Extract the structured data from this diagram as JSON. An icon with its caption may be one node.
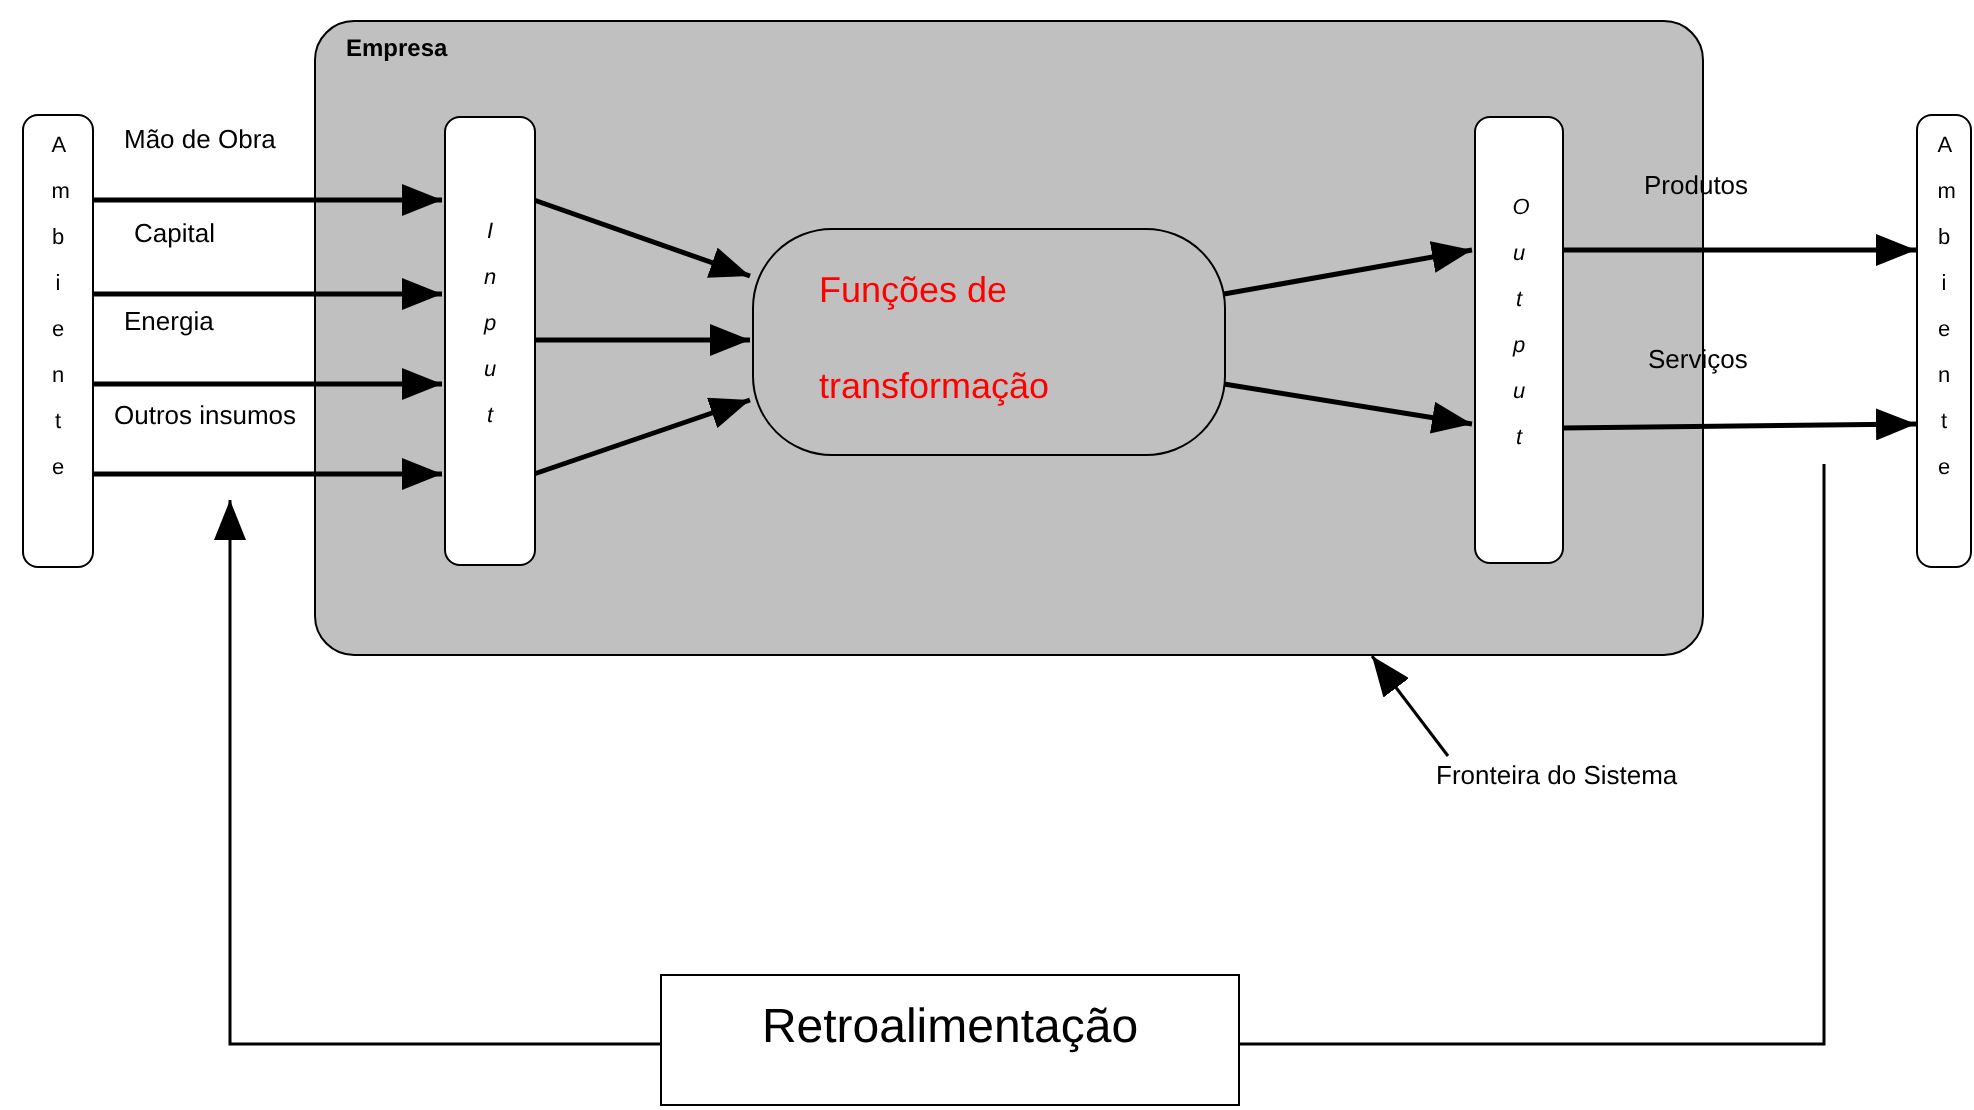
{
  "diagram": {
    "nodes": [
      {
        "text": [
          "Ambiente"
        ]
      },
      {
        "text": [
          "Empresa"
        ]
      },
      {
        "text": [
          "Input"
        ],
        "in": 1
      },
      {
        "text": [
          "Funções de transformação"
        ],
        "in": 1
      },
      {
        "text": [
          "Output"
        ],
        "in": 1
      },
      {
        "text": [
          "Ambiente"
        ]
      },
      {
        "text": [
          "Retroalimentação"
        ]
      },
      {
        "text": [
          "Fronteira do Sistema"
        ]
      }
    ],
    "edges": [
      {
        "from": 0,
        "to": 2,
        "arrow": "to",
        "label": "Mão de Obra"
      },
      {
        "from": 0,
        "to": 2,
        "arrow": "to",
        "label": "Capital"
      },
      {
        "from": 0,
        "to": 2,
        "arrow": "to",
        "label": "Energia"
      },
      {
        "from": 0,
        "to": 2,
        "arrow": "to",
        "label": "Outros insumos"
      },
      {
        "from": 2,
        "to": 3,
        "arrow": "to"
      },
      {
        "from": 2,
        "to": 3,
        "arrow": "to"
      },
      {
        "from": 2,
        "to": 3,
        "arrow": "to"
      },
      {
        "from": 3,
        "to": 4,
        "arrow": "to"
      },
      {
        "from": 3,
        "to": 4,
        "arrow": "to"
      },
      {
        "from": 4,
        "to": 5,
        "arrow": "to",
        "label": "Produtos"
      },
      {
        "from": 4,
        "to": 5,
        "arrow": "to",
        "label": "Serviços"
      },
      {
        "from": null,
        "to": 6,
        "arrow": "none"
      },
      {
        "from": 6,
        "to": null,
        "arrow": "to"
      },
      {
        "from": 7,
        "to": 1,
        "arrow": "to"
      }
    ]
  }
}
